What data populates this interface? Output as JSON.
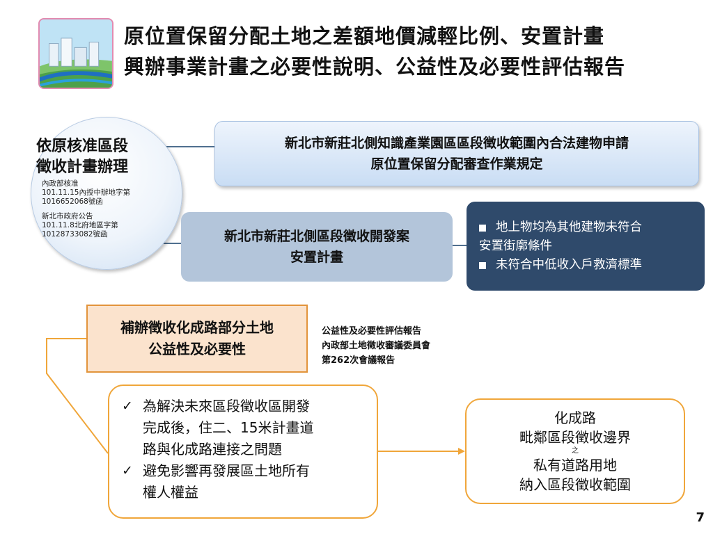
{
  "title": {
    "line1": "原位置保留分配土地之差額地價減輕比例、安置計畫",
    "line2": "興辦事業計畫之必要性說明、公益性及必要性評估報告"
  },
  "circle": {
    "title_line1": "依原核准區段",
    "title_line2": "徵收計畫辦理",
    "notes": [
      "內政部核准",
      "101.11.15內授中辦地字第",
      "1016652068號函",
      "新北市政府公告",
      "101.11.8北府地區字第",
      "10128733082號函"
    ]
  },
  "box_top": {
    "line1": "新北市新莊北側知識產業園區區段徵收範圍內合法建物申請",
    "line2": "原位置保留分配審查作業規定"
  },
  "box_mid": {
    "line1": "新北市新莊北側區段徵收開發案",
    "line2": "安置計畫"
  },
  "box_dark": {
    "bullet1_line1": "地上物均為其他建物未符合",
    "bullet1_line2": "安置街廓條件",
    "bullet2": "未符合中低收入戶救濟標準"
  },
  "box_orange": {
    "line1": "補辦徵收化成路部分土地",
    "line2": "公益性及必要性"
  },
  "report": {
    "line1": "公益性及必要性評估報告",
    "line2": "內政部土地徵收審議委員會",
    "line3": "第262次會議報告"
  },
  "reasons": {
    "check": "✓",
    "item1_line1": "為解決未來區段徵收區開發",
    "item1_line2": "完成後，住二、15米計畫道",
    "item1_line3": "路與化成路連接之問題",
    "item2_line1": "避免影響再發展區土地所有",
    "item2_line2": "權人權益"
  },
  "road": {
    "line1": "化成路",
    "line2": "毗鄰區段徵收邊界",
    "small": "之",
    "line3": "私有道路用地",
    "line4": "納入區段徵收範圍"
  },
  "page_number": "7",
  "colors": {
    "dark_box": "#2f4a6b",
    "mid_box": "#b3c5da",
    "orange_border": "#f0a63a",
    "orange_fill": "#fbe3cd",
    "connector": "#4f6f8f"
  },
  "icons": {
    "logo": "industrial-park-logo",
    "bullet": "square-bullet",
    "check": "checkmark-icon"
  }
}
